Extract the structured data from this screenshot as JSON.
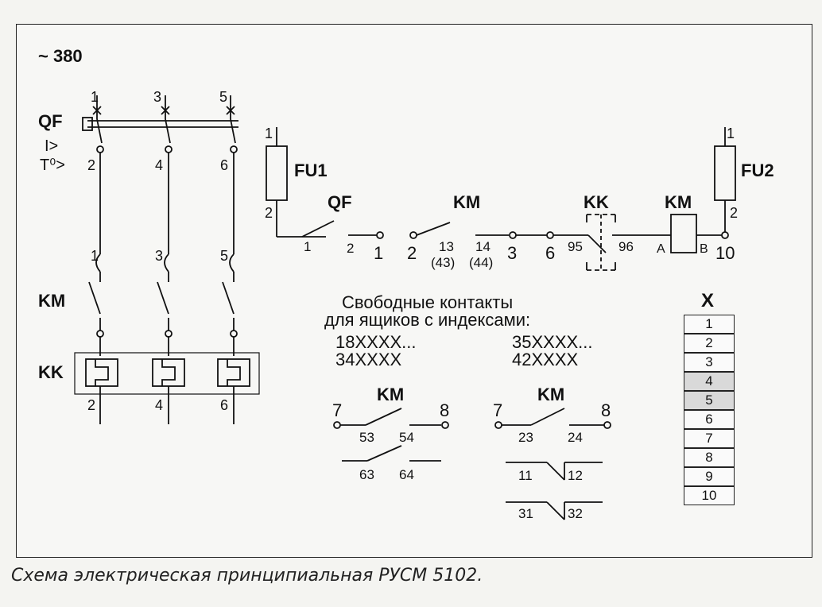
{
  "supply": "~ 380",
  "power": {
    "qf_label": "QF",
    "qf_sub1": "I>",
    "qf_sub2": "T⁰>",
    "km_label": "KM",
    "kk_label": "KK",
    "top_terminals": [
      "1",
      "3",
      "5"
    ],
    "qf_out": [
      "2",
      "4",
      "6"
    ],
    "km_in": [
      "1",
      "3",
      "5"
    ],
    "kk_out": [
      "2",
      "4",
      "6"
    ]
  },
  "control": {
    "fu1": "FU1",
    "fu2": "FU2",
    "fu1_top": "1",
    "fu1_bot": "2",
    "fu2_top": "1",
    "fu2_bot": "2",
    "qf": "QF",
    "qf_1": "1",
    "qf_2": "2",
    "qf_n1": "1",
    "km": "KM",
    "km_n2": "2",
    "km_13": "13",
    "km_43": "(43)",
    "km_14": "14",
    "km_44": "(44)",
    "n3": "3",
    "n6": "6",
    "kk": "KK",
    "kk_95": "95",
    "kk_96": "96",
    "coil": "KM",
    "coil_a": "A",
    "coil_b": "B",
    "n10": "10"
  },
  "free_contacts": {
    "title1": "Свободные контакты",
    "title2": "для ящиков с индексами:",
    "idx1": "18XXXX...",
    "idx2": "35XXXX...",
    "idx3": "34XXXX",
    "idx4": "42XXXX",
    "left_km": "KM",
    "right_km": "KM",
    "l7": "7",
    "l8": "8",
    "l53": "53",
    "l54": "54",
    "l63": "63",
    "l64": "64",
    "r7": "7",
    "r8": "8",
    "r23": "23",
    "r24": "24",
    "r11": "11",
    "r12": "12",
    "r31": "31",
    "r32": "32"
  },
  "terminal_block": {
    "title": "X",
    "cells": [
      "1",
      "2",
      "3",
      "4",
      "5",
      "6",
      "7",
      "8",
      "9",
      "10"
    ]
  },
  "caption": "Схема электрическая принципиальная РУСМ 5102."
}
